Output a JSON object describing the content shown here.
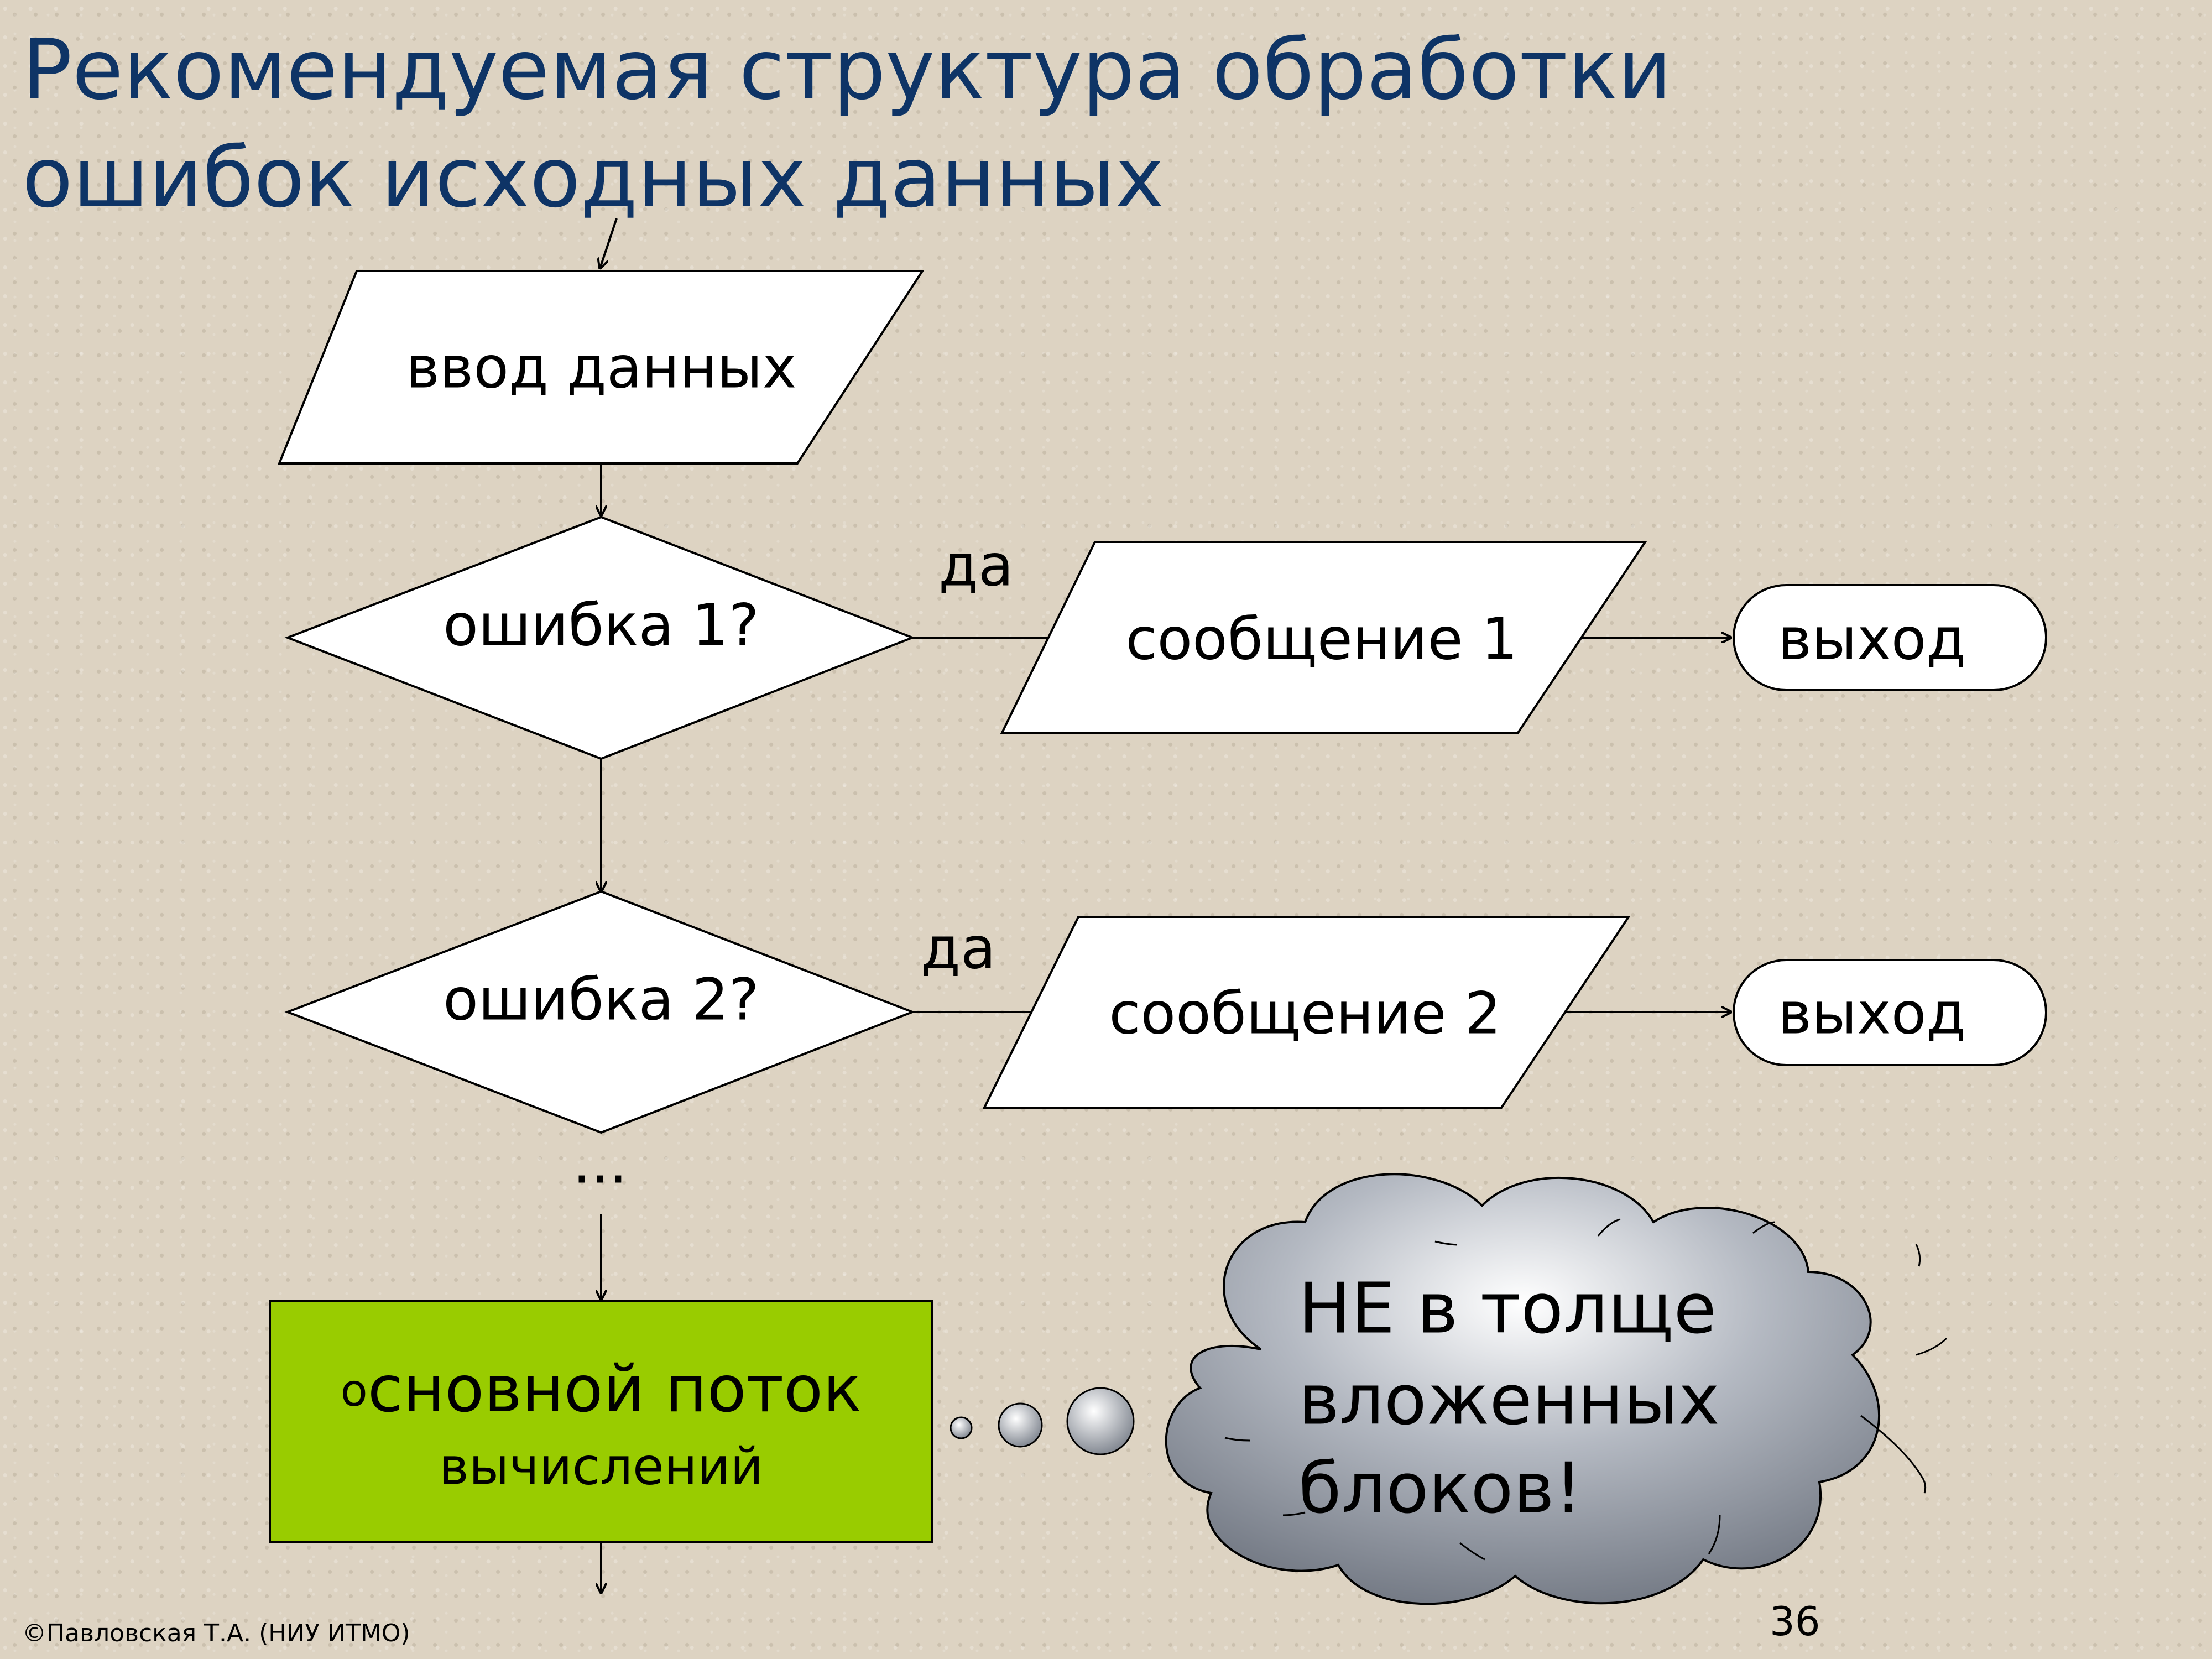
{
  "title": {
    "line1": "Рекомендуемая структура обработки",
    "line2": "ошибок исходных данных"
  },
  "flowchart": {
    "input_block": "ввод данных",
    "decision_1": "ошибка 1?",
    "decision_2": "ошибка 2?",
    "yes_label_1": "да",
    "yes_label_2": "да",
    "message_1": "сообщение 1",
    "message_2": "сообщение 2",
    "exit_1": "выход",
    "exit_2": "выход",
    "ellipsis": "...",
    "main_block_prefix": "о",
    "main_block_line1": "сновной поток",
    "main_block_line2": "вычислений"
  },
  "callout": {
    "line1": "НЕ в толще",
    "line2": "вложенных",
    "line3": "блоков!"
  },
  "footer": {
    "copyright": "©Павловская Т.А. (НИУ ИТМО)",
    "page_number": "36"
  },
  "colors": {
    "title": "#0e3466",
    "main_block_fill": "#99cc00",
    "background": "#ddd3c2"
  }
}
